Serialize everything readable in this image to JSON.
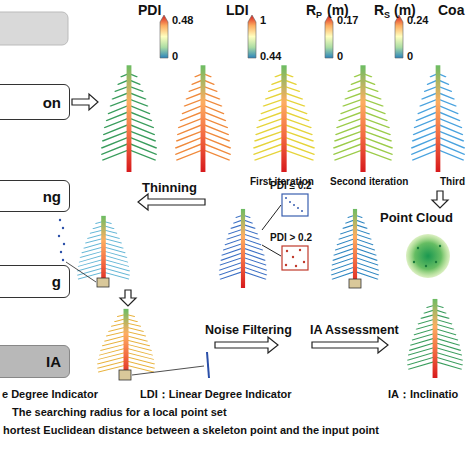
{
  "diagram": {
    "nodes": [
      {
        "text": [
          "on"
        ]
      },
      {
        "text": [
          "ng"
        ]
      },
      {
        "text": [
          "g"
        ]
      },
      {
        "text": [
          "IA"
        ]
      }
    ],
    "labels": [
      "PDI",
      "0.48",
      "0",
      "LDI",
      "1",
      "0.44",
      "R",
      "P",
      "(m)",
      "0.17",
      "0",
      "R",
      "S",
      "(m)",
      "0.24",
      "0",
      "Coa",
      "First iteration",
      "Second iteration",
      "Third",
      "Thinning",
      "PDI ≤ 0.2",
      "PDI > 0.2",
      "Point Cloud",
      "Noise Filtering",
      "IA Assessment",
      "e Degree Indicator",
      "LDI：Linear Degree Indicator",
      "IA：Inclinatio",
      "The searching radius for a local point set",
      "hortest Euclidean distance between a skeleton point and the input point"
    ]
  }
}
